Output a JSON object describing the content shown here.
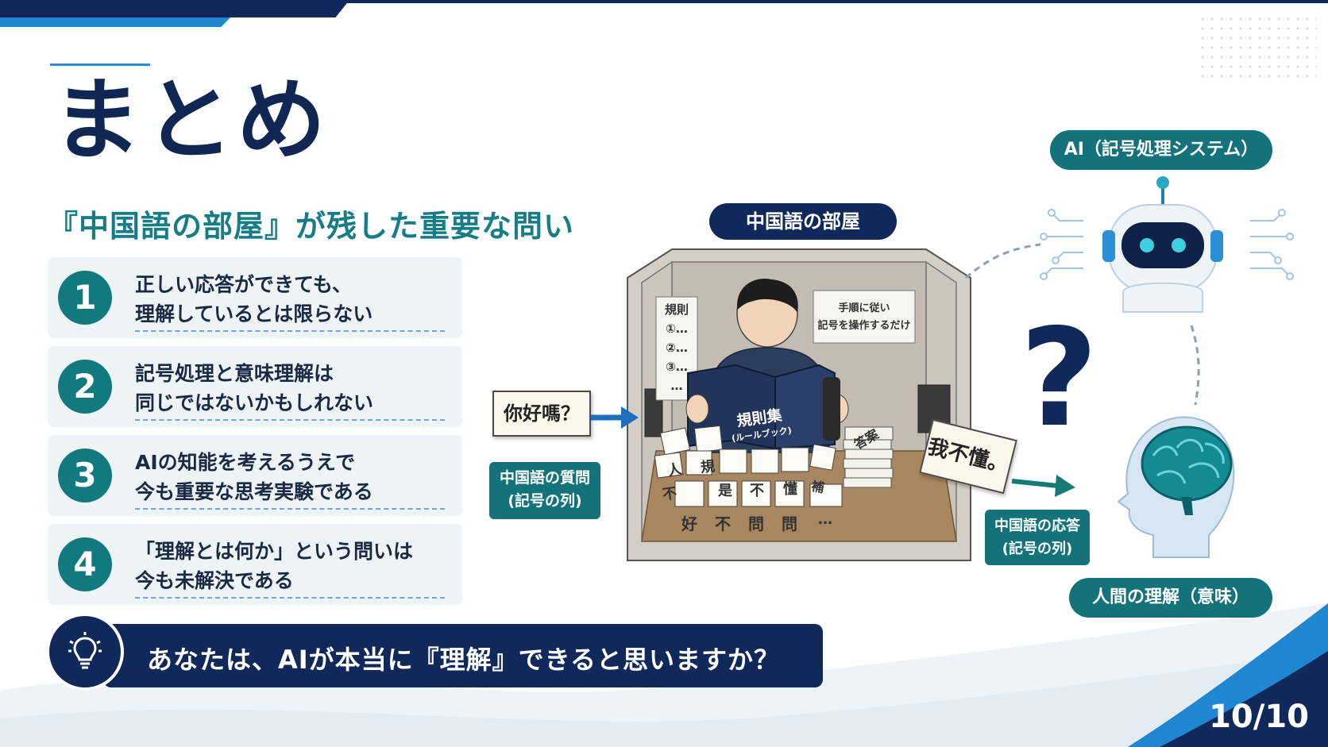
{
  "slide": {
    "title": "まとめ",
    "subtitle": "『中国語の部屋』が残した重要な問い",
    "page_number": "10/10"
  },
  "points": [
    {
      "number": "1",
      "lines": [
        "正しい応答ができても、",
        "理解しているとは限らない"
      ]
    },
    {
      "number": "2",
      "lines": [
        "記号処理と意味理解は",
        "同じではないかもしれない"
      ]
    },
    {
      "number": "3",
      "lines": [
        "AIの知能を考えるうえで",
        "今も重要な思考実験である"
      ]
    },
    {
      "number": "4",
      "lines": [
        "「理解とは何か」という問いは",
        "今も未解決である"
      ]
    }
  ],
  "question_bar": {
    "text": "あなたは、AIが本当に『理解』できると思いますか？",
    "icon": "lightbulb-icon"
  },
  "diagram": {
    "room_label": "中国語の部屋",
    "ai_label": "AI（記号処理システム）",
    "human_label": "人間の理解（意味）",
    "input_card": "你好嗎？",
    "input_caption": [
      "中国語の質問",
      "(記号の列)"
    ],
    "output_card": "我不懂。",
    "output_caption": [
      "中国語の応答",
      "(記号の列)"
    ],
    "wall_note": [
      "手順に従い",
      "記号を操作するだけ"
    ],
    "rules_poster": [
      "規則",
      "①…",
      "②…",
      "③…",
      "…"
    ],
    "book_title": "規則集",
    "book_subtitle": "(ルールブック)",
    "desk_cards": [
      "人",
      "規",
      "是",
      "不",
      "懂",
      "補",
      "不",
      "好",
      "不",
      "問",
      "問",
      "…"
    ],
    "stack_label": "答案",
    "question_mark": "?"
  },
  "colors": {
    "navy": "#10295a",
    "teal": "#14727a",
    "accent_blue": "#1f86d1",
    "subtitle": "#167c86"
  }
}
